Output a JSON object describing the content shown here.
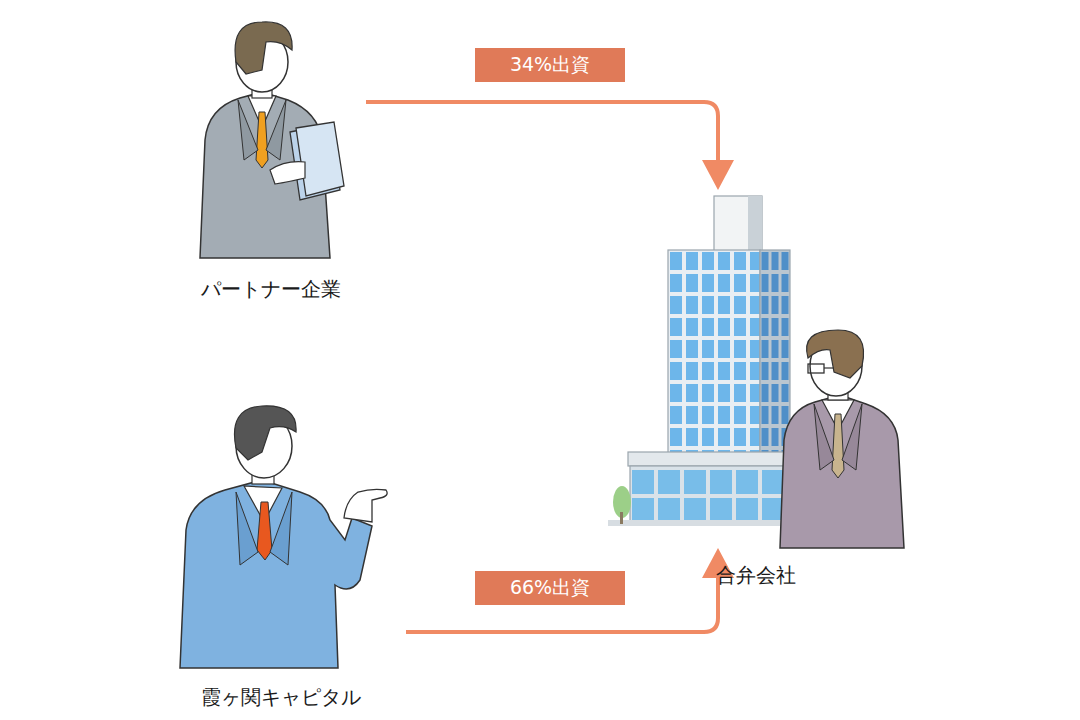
{
  "diagram": {
    "nodes": [
      {
        "text": [
          "パートナー企業"
        ]
      },
      {
        "text": [
          "霞ヶ関キャピタル"
        ]
      },
      {
        "text": [
          "合弁会社"
        ]
      }
    ],
    "edges": [
      {
        "from": 0,
        "to": 2,
        "label": "34%出資",
        "arrow": "to"
      },
      {
        "from": 1,
        "to": 2,
        "label": "66%出資",
        "arrow": "to"
      }
    ]
  }
}
